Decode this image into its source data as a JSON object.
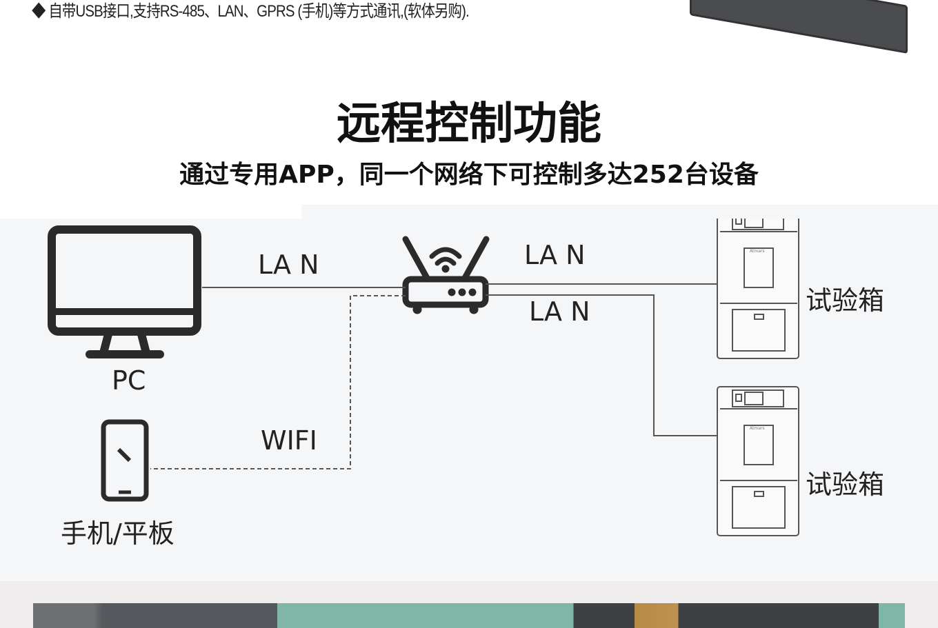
{
  "header": {
    "bullet": "◆ 自带USB接口,支持RS-485、LAN、GPRS (手机)等方式通讯,(软体另购)."
  },
  "section": {
    "title": "远程控制功能",
    "subtitle": "通过专用APP，同一个网络下可控制多达252台设备"
  },
  "diagram": {
    "pc_label": "PC",
    "phone_label": "手机/平板",
    "lan1": "LA N",
    "lan2": "LA N",
    "lan3": "LA N",
    "wifi": "WIFI",
    "chamber1_label": "试验箱",
    "chamber2_label": "试验箱",
    "chamber_brand": "Atmars"
  }
}
